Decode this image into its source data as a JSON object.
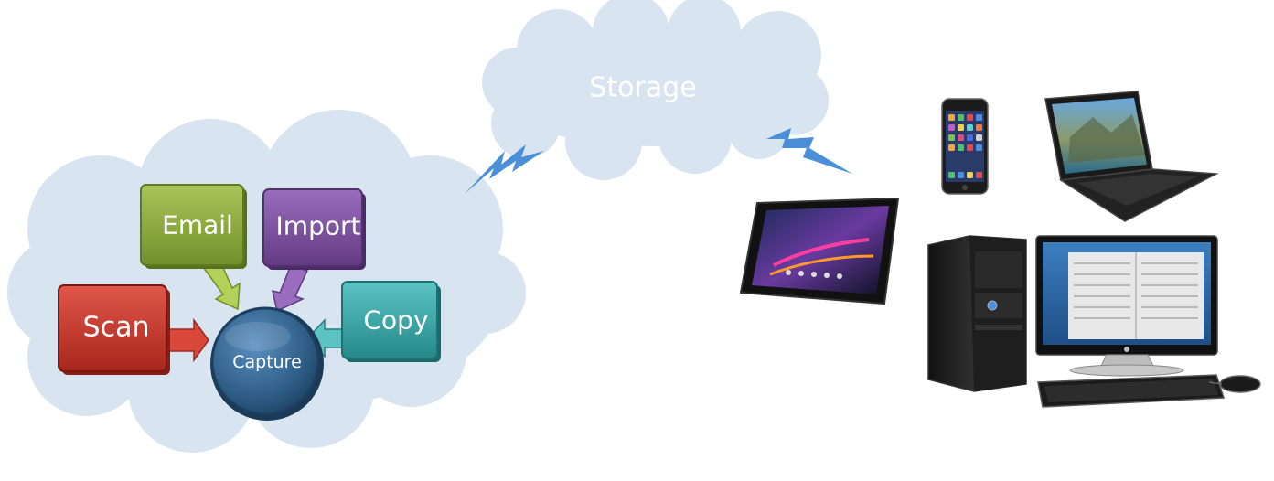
{
  "storage": {
    "label": "Storage"
  },
  "capture": {
    "label": "Capture"
  },
  "sources": [
    {
      "label": "Scan",
      "color": "#c0392b"
    },
    {
      "label": "Email",
      "color": "#8cad3c"
    },
    {
      "label": "Import",
      "color": "#7b4f9d"
    },
    {
      "label": "Copy",
      "color": "#3aa6a6"
    }
  ],
  "colors": {
    "cloud": "#d9e4f1",
    "lightning": "#4a8fd8",
    "capture": "#2f5d86"
  },
  "devices": [
    {
      "icon": "tablet-icon"
    },
    {
      "icon": "smartphone-icon"
    },
    {
      "icon": "laptop-icon"
    },
    {
      "icon": "desktop-computer-icon"
    }
  ]
}
